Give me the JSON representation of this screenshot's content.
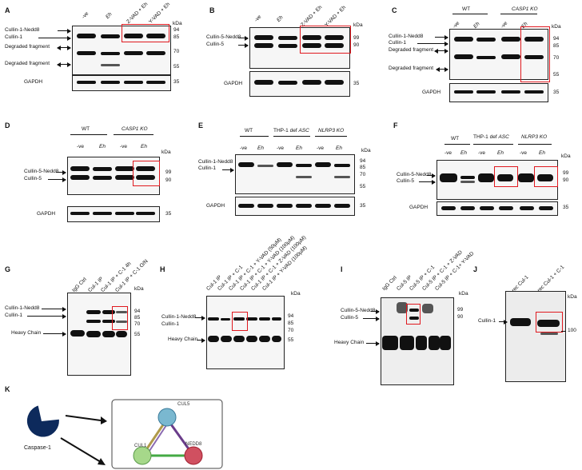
{
  "panels": {
    "A": {
      "letter": "A",
      "lanes": [
        "-ve",
        "Eh",
        "Z-VAD + Eh",
        "Y-VAD + Eh"
      ],
      "kda": "kDa",
      "markers": [
        "94",
        "85",
        "70",
        "55"
      ],
      "gapdh_marker": "35",
      "labels": [
        "Cullin-1-Nedd8",
        "Cullin-1",
        "Degraded fragment",
        "Degraded fragment"
      ],
      "gapdh": "GAPDH"
    },
    "B": {
      "letter": "B",
      "lanes": [
        "-ve",
        "Eh",
        "Z-VAD + Eh",
        "Y-VAD + Eh"
      ],
      "kda": "kDa",
      "markers": [
        "99",
        "90"
      ],
      "gapdh_marker": "35",
      "labels": [
        "Cullin-5-Nedd8",
        "Cullin-5"
      ],
      "gapdh": "GAPDH"
    },
    "C": {
      "letter": "C",
      "groups": [
        "WT",
        "CASP1 KO"
      ],
      "lanes": [
        "-ve",
        "Eh",
        "-ve",
        "Eh"
      ],
      "kda": "kDa",
      "markers": [
        "94",
        "85",
        "70",
        "55"
      ],
      "gapdh_marker": "35",
      "labels": [
        "Cullin-1-Nedd8",
        "Cullin-1",
        "Degraded fragment",
        "Degraded fragment"
      ],
      "gapdh": "GAPDH"
    },
    "D": {
      "letter": "D",
      "groups": [
        "WT",
        "CASP1 KO"
      ],
      "lanes": [
        "-ve",
        "Eh",
        "-ve",
        "Eh"
      ],
      "kda": "kDa",
      "markers": [
        "99",
        "90"
      ],
      "gapdh_marker": "35",
      "labels": [
        "Cullin-5-Nedd8",
        "Cullin-5"
      ],
      "gapdh": "GAPDH"
    },
    "E": {
      "letter": "E",
      "groups": [
        "WT",
        "THP-1 def ",
        "ASC",
        "NLRP3 KO"
      ],
      "lanes": [
        "-ve",
        "Eh",
        "-ve",
        "Eh",
        "-ve",
        "Eh"
      ],
      "kda": "kDa",
      "markers": [
        "94",
        "85",
        "70",
        "55"
      ],
      "gapdh_marker": "35",
      "labels": [
        "Cullin-1-Nedd8",
        "Cullin-1"
      ],
      "gapdh": "GAPDH"
    },
    "F": {
      "letter": "F",
      "groups": [
        "WT",
        "THP-1 def ",
        "ASC",
        "NLRP3 KO"
      ],
      "lanes": [
        "-ve",
        "Eh",
        "-ve",
        "Eh",
        "-ve",
        "Eh"
      ],
      "kda": "kDa",
      "markers": [
        "99",
        "90"
      ],
      "gapdh_marker": "35",
      "labels": [
        "Cullin-5-Nedd8",
        "Cullin-5"
      ],
      "gapdh": "GAPDH"
    },
    "G": {
      "letter": "G",
      "lanes": [
        "IgG Ctrl",
        "Cul-1 IP",
        "Cul-1 IP + C-1 4h",
        "Cul-1 IP + C-1 O/N"
      ],
      "kda": "kDa",
      "markers": [
        "94",
        "85",
        "70",
        "55"
      ],
      "labels": [
        "Cullin-1-Nedd8",
        "Cullin-1",
        "Heavy Chain"
      ]
    },
    "H": {
      "letter": "H",
      "lanes": [
        "Cul-1 IP",
        "Cul-1 IP + C-1",
        "Cul-1 IP + C-1 + Y-VAD (50µM)",
        "Cul-1 IP + C-1 + Y-VAD (100µM)",
        "Cul-1 IP + C-1 + Z-VAD (100µM)",
        "Cul-1 IP + Y-VAD (100µM)"
      ],
      "kda": "kDa",
      "markers": [
        "94",
        "85",
        "70",
        "55"
      ],
      "labels": [
        "Cullin-1-Nedd8",
        "Cullin-1",
        "Heavy Chain"
      ]
    },
    "I": {
      "letter": "I",
      "lanes": [
        "IgG Ctrl",
        "Cul-5 IP",
        "Cul-5 IP + C-1",
        "Cul-5 IP + C-1 + Z-VAD",
        "Cul-5 IP + C-1+ Y-VAD"
      ],
      "kda": "kDa",
      "markers": [
        "99",
        "90"
      ],
      "labels": [
        "Cullin-5-Nedd8",
        "Cullin-5",
        "Heavy Chain"
      ]
    },
    "J": {
      "letter": "J",
      "lanes": [
        "rec Cul-1",
        "rec Cul-1 + C-1"
      ],
      "kda": "kDa",
      "markers": [
        "100"
      ],
      "labels": [
        "Cullin-1"
      ]
    },
    "K": {
      "letter": "K",
      "enzyme": "Caspase-1",
      "nodes": [
        "CUL5",
        "CUL1",
        "NEDD8"
      ]
    }
  }
}
